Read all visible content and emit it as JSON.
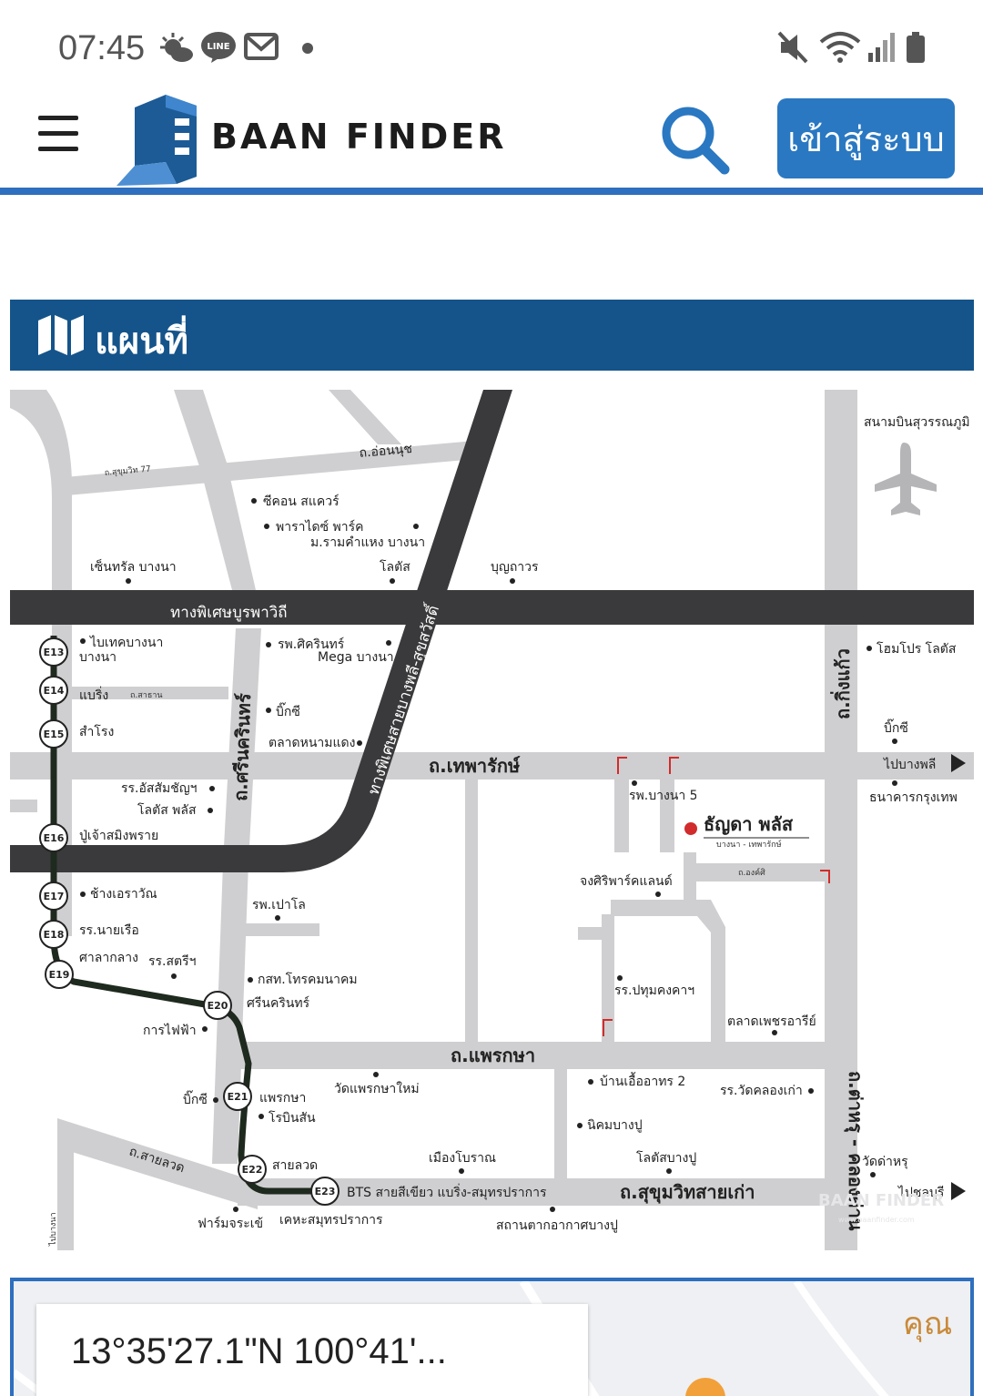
{
  "status_bar": {
    "time": "07:45",
    "icons": [
      "weather-icon",
      "line-app-icon",
      "mail-icon",
      "dot-icon",
      "mute-icon",
      "wifi-icon",
      "signal-icon",
      "battery-icon"
    ]
  },
  "header": {
    "logo_text": "BAAN FINDER",
    "login_label": "เข้าสู่ระบบ",
    "accent_color": "#2f6fbf"
  },
  "section": {
    "title": "แผนที่",
    "bar_color": "#15548a"
  },
  "map": {
    "roads": {
      "onnut": "ถ.อ่อนนุช",
      "sukhumvit77": "ถ.สุขุมวิท 77",
      "burapha_vithi": "ทางพิเศษบูรพาวิถี",
      "bangphli_expressway": "ทางพิเศษสายบางพลี-สุขสวัสดิ์",
      "srinakarin": "ถ.ศรีนครินทร์",
      "thepharak": "ถ.เทพารักษ์",
      "king_kaew": "ถ.กิ่งแก้ว",
      "phraeksa": "ถ.แพรกษา",
      "damru_klongdan": "ถ.ต่าหรุ - คลองด่าน",
      "sukhumvit_old": "ถ.สุขุมวิทสายเก่า",
      "sailuat": "ถ.สายลวด",
      "sathan": "ถ.สาธาน",
      "ongkrit": "ถ.องค์ศิ",
      "bangna_thepharak": "ถ.บางนา - เทพารักษ์",
      "to_bangphli": "ไปบางพลี",
      "to_bangpu": "ไปชลบุรี",
      "to_bangna": "ไปบางนา"
    },
    "places": [
      "สนามบินสุวรรณภูมิ",
      "ซีคอน สแควร์",
      "พาราไดซ์ พาร์ค",
      "ม.รามคำแหง บางนา",
      "เซ็นทรัล บางนา",
      "โลตัส",
      "บุญถาวร",
      "ไบเทคบางนา",
      "บางนา",
      "รพ.ศิครินทร์",
      "Mega บางนา",
      "บิ๊กซี",
      "ตลาดหนามแดง",
      "โฮมโปร โลตัส",
      "บิ๊กซี",
      "แบริ่ง",
      "สำโรง",
      "รร.อัสสัมชัญฯ",
      "โลตัส พลัส",
      "ปู่เจ้าสมิงพราย",
      "ธนาคารกรุงเทพ",
      "รพ.บางนา 5",
      "ช้างเอราวัณ",
      "รพ.เปาโล",
      "รร.นายเรือ",
      "ศาลากลาง",
      "รร.สตรีฯ",
      "กสท.โทรคมนาคม",
      "ศรีนครินทร์",
      "การไฟฟ้า",
      "จงศิริพาร์คแลนด์",
      "รร.ปทุมคงคาฯ",
      "ตลาดเพชรอารีย์",
      "บิ๊กซี",
      "แพรกษา",
      "โรบินสัน",
      "วัดแพรกษาใหม่",
      "บ้านเอื้ออาทร 2",
      "นิคมบางปู",
      "รร.วัดคลองเก่า",
      "สายลวด",
      "เมืองโบราณ",
      "โลตัสบางปู",
      "วัดด่าหรุ",
      "ฟาร์มจระเข้",
      "เคหะสมุทรปราการ",
      "สถานตากอากาศบางปู"
    ],
    "project_name": "ธัญดา พลัส",
    "project_sub": "บางนา - เทพารักษ์",
    "bts_line": "BTS สายสีเขียว แบริ่ง-สมุทรปราการ",
    "stations": [
      "E13",
      "E14",
      "E15",
      "E16",
      "E17",
      "E18",
      "E19",
      "E20",
      "E21",
      "E22",
      "E23"
    ],
    "watermark": "BAAN FINDER",
    "watermark_url": "www.baanfinder.com"
  },
  "gmap": {
    "coordinates": "13°35'27.1\"N 100°41'...",
    "partial_label": "คุณ"
  }
}
